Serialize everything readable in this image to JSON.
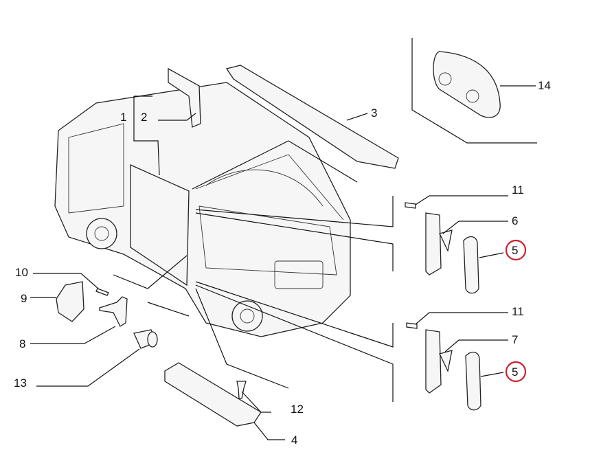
{
  "diagram": {
    "title": "Sliding side door — parts exploded view",
    "highlight_color": "#d0202a",
    "callouts": [
      {
        "id": "c1",
        "label": "1"
      },
      {
        "id": "c2",
        "label": "2"
      },
      {
        "id": "c3",
        "label": "3"
      },
      {
        "id": "c4",
        "label": "4"
      },
      {
        "id": "c5a",
        "label": "5",
        "highlighted": true
      },
      {
        "id": "c5b",
        "label": "5",
        "highlighted": true
      },
      {
        "id": "c6",
        "label": "6"
      },
      {
        "id": "c7",
        "label": "7"
      },
      {
        "id": "c8",
        "label": "8"
      },
      {
        "id": "c9",
        "label": "9"
      },
      {
        "id": "c10",
        "label": "10"
      },
      {
        "id": "c11a",
        "label": "11"
      },
      {
        "id": "c11b",
        "label": "11"
      },
      {
        "id": "c12",
        "label": "12"
      },
      {
        "id": "c13",
        "label": "13"
      },
      {
        "id": "c14",
        "label": "14"
      }
    ]
  }
}
